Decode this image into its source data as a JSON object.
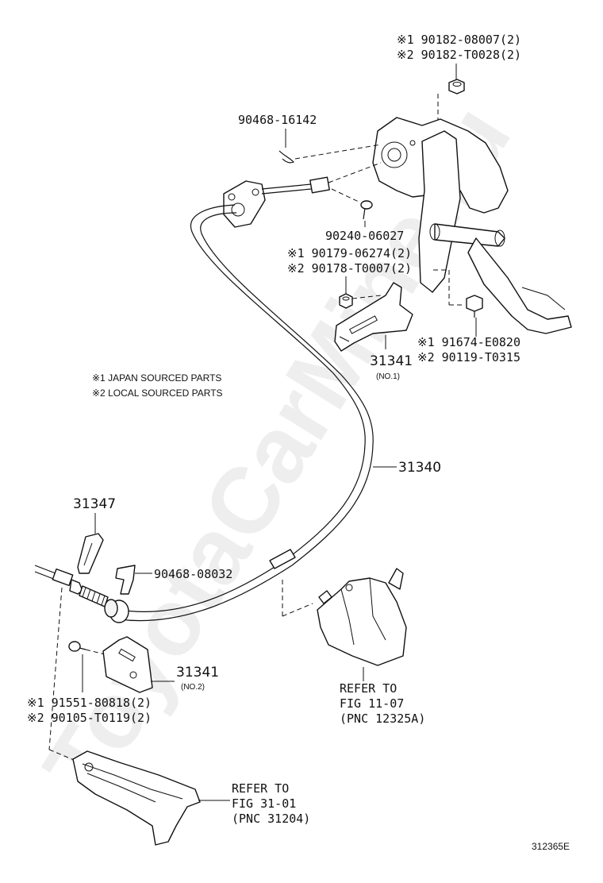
{
  "labels": {
    "top_nut_1": "※1 90182-08007(2)",
    "top_nut_2": "※2 90182-T0028(2)",
    "clip_top": "90468-16142",
    "pin": "90240-06027",
    "mid_nut_1": "※1 90179-06274(2)",
    "mid_nut_2": "※2 90178-T0007(2)",
    "bolt_right_1": "※1 91674-E0820",
    "bolt_right_2": "※2 90119-T0315",
    "bracket_no1": "31341",
    "bracket_no1_sub": "(NO.1)",
    "legend_1": "※1 JAPAN SOURCED PARTS",
    "legend_2": "※2 LOCAL SOURCED PARTS",
    "cable": "31340",
    "clip_31347": "31347",
    "clip_08032": "90468-08032",
    "bracket_no2": "31341",
    "bracket_no2_sub": "(NO.2)",
    "bolt_low_1": "※1 91551-80818(2)",
    "bolt_low_2": "※2 90105-T0119(2)",
    "refer_a_1": "REFER TO",
    "refer_a_2": "FIG 11-07",
    "refer_a_3": "(PNC 12325A)",
    "refer_b_1": "REFER TO",
    "refer_b_2": "FIG 31-01",
    "refer_b_3": "(PNC 31204)",
    "figure_code": "312365E",
    "watermark": "ToyotaCarMine.ru"
  }
}
